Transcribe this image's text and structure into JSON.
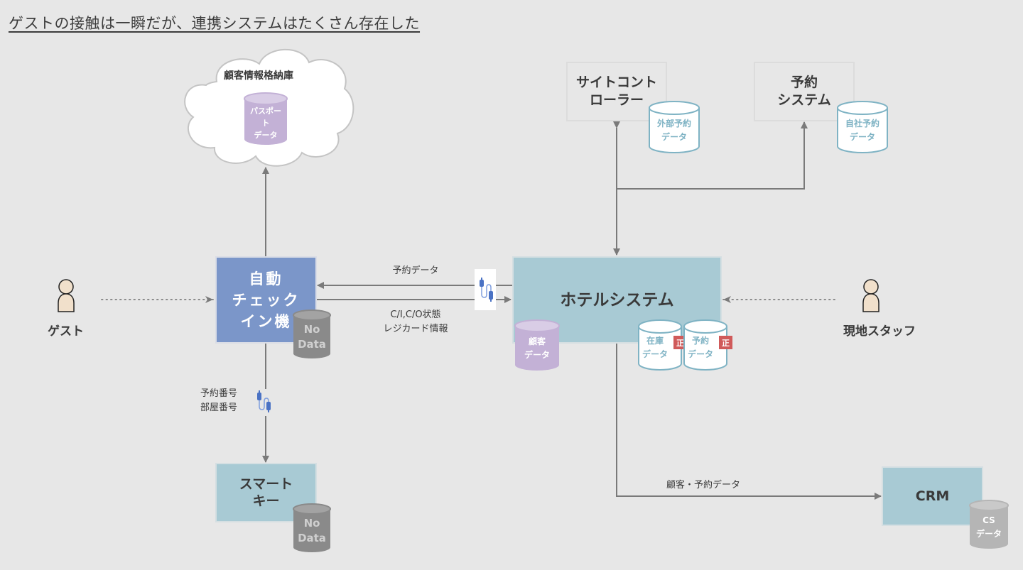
{
  "title": "ゲストの接触は一瞬だが、連携システムはたくさん存在した",
  "colors": {
    "background": "#e7e7e7",
    "checkin_blue": "#7b96c9",
    "system_teal": "#a8cad4",
    "customer_purple": "#c3b1d6",
    "nodata_gray": "#8a8a8a",
    "cs_gray": "#b5b5b5",
    "master_badge_red": "#d05a5a",
    "arrow_gray": "#7a7a7a",
    "usb_blue": "#4a72c4"
  },
  "cloud": {
    "title": "顧客情報格納庫",
    "db_label": "パスポー\nト\nデータ"
  },
  "actors": {
    "guest": "ゲスト",
    "staff": "現地スタッフ"
  },
  "nodes": {
    "checkin": "自動\nチェック\nイン機",
    "checkin_db": "No\nData",
    "hotel_system": "ホテルシステム",
    "customer_db": "顧客\nデータ",
    "inventory_db": "在庫\nデータ",
    "reservation_db": "予約\nデータ",
    "master_badge": "正",
    "site_controller": "サイトコント\nローラー",
    "external_db": "外部予約\nデータ",
    "reservation_system": "予約\nシステム",
    "own_db": "自社予約\nデータ",
    "smart_key": "スマート\nキー",
    "smartkey_db": "No\nData",
    "crm": "CRM",
    "cs_db": "CS\nデータ"
  },
  "edges": {
    "reservation_data": "予約データ",
    "checkin_status": "C/I,C/O状態\nレジカード情報",
    "room_numbers": "予約番号\n部屋番号",
    "customer_reservation": "顧客・予約データ"
  },
  "icons": {
    "usb_cable": "usb-cable-icon",
    "person": "person-icon",
    "database": "database-cylinder-icon",
    "cloud": "cloud-icon"
  }
}
